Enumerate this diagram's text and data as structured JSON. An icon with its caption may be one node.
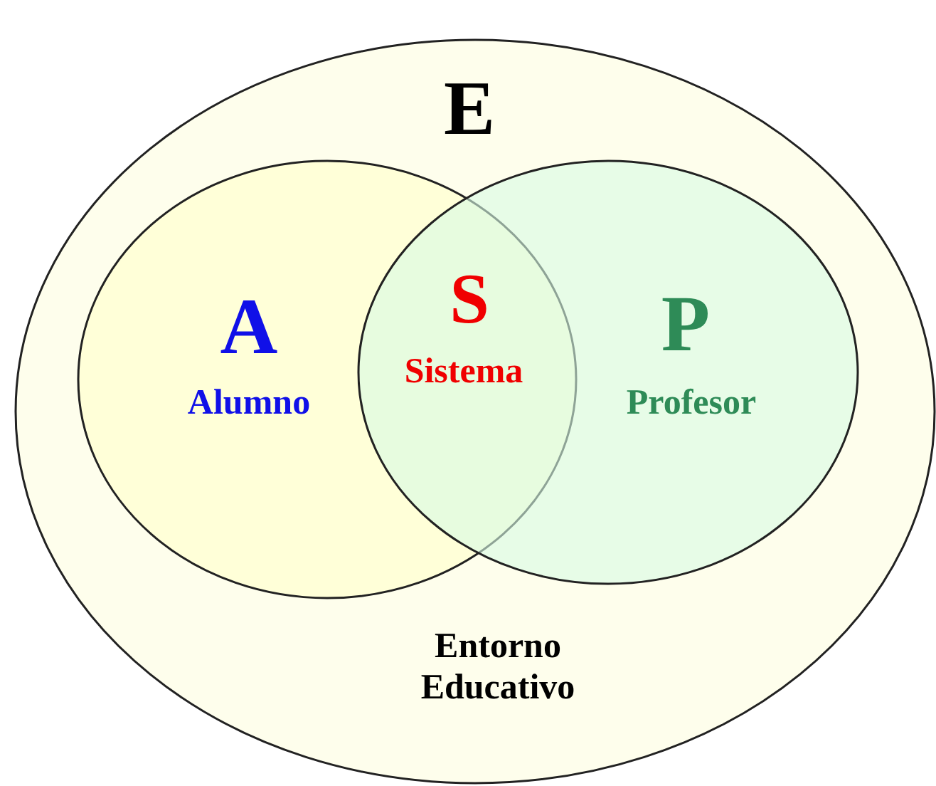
{
  "diagram": {
    "nodes": [
      {
        "text": [
          "E",
          "Entorno Educativo"
        ]
      },
      {
        "text": [
          "A",
          "Alumno"
        ],
        "in": 0
      },
      {
        "text": [
          "S",
          "Sistema"
        ]
      },
      {
        "text": [
          "P",
          "Profesor"
        ],
        "in": 0
      }
    ]
  }
}
